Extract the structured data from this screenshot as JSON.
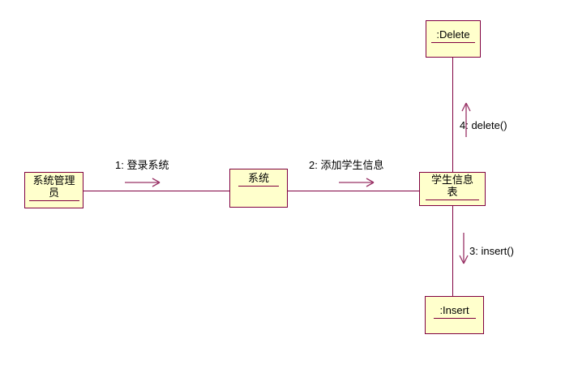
{
  "colors": {
    "background": "#FFFFFF",
    "box-fill": "#FFFFCC",
    "box-border": "#800040",
    "line": "#800040",
    "arrow": "#993366",
    "text": "#000000"
  },
  "objects": {
    "admin": {
      "label": "系统管理\n员"
    },
    "system": {
      "label": "系统"
    },
    "table": {
      "label": "学生信息\n表"
    },
    "delete": {
      "label": ":Delete"
    },
    "insert": {
      "label": ":Insert"
    }
  },
  "messages": {
    "m1": {
      "label": "1: 登录系统"
    },
    "m2": {
      "label": "2: 添加学生信息"
    },
    "m3": {
      "label": "3: insert()"
    },
    "m4": {
      "label": "4: delete()"
    }
  }
}
